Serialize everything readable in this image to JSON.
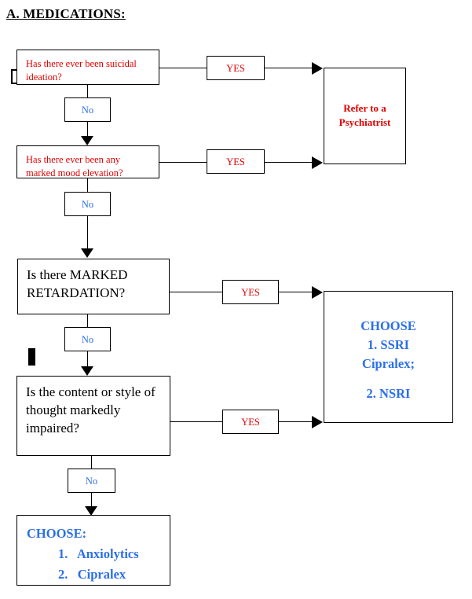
{
  "title": "A. MEDICATIONS:",
  "nodes": {
    "q1": "Has there ever been suicidal ideation?",
    "q2": "Has there ever been any marked mood elevation?",
    "q3": "Is there MARKED RETARDATION?",
    "q4": "Is the content or style of thought markedly impaired?"
  },
  "edge_labels": {
    "yes1": "YES",
    "yes2": "YES",
    "yes3": "YES",
    "yes4": "YES",
    "no1": "No",
    "no2": "No",
    "no3": "No",
    "no4": "No"
  },
  "outcomes": {
    "refer": {
      "line1": "Refer to a",
      "line2": "Psychiatrist"
    },
    "choose_right": {
      "line1": "CHOOSE",
      "line2": "1. SSRI",
      "line3": "Cipralex;",
      "line4": "2. NSRI"
    },
    "choose_bottom": {
      "heading": "CHOOSE:",
      "item1": "1.   Anxiolytics",
      "item2": "2.   Cipralex"
    }
  },
  "colors": {
    "question_red": "#e00000",
    "label_blue": "#2b6fe8",
    "outline": "#000000",
    "background": "#ffffff"
  }
}
